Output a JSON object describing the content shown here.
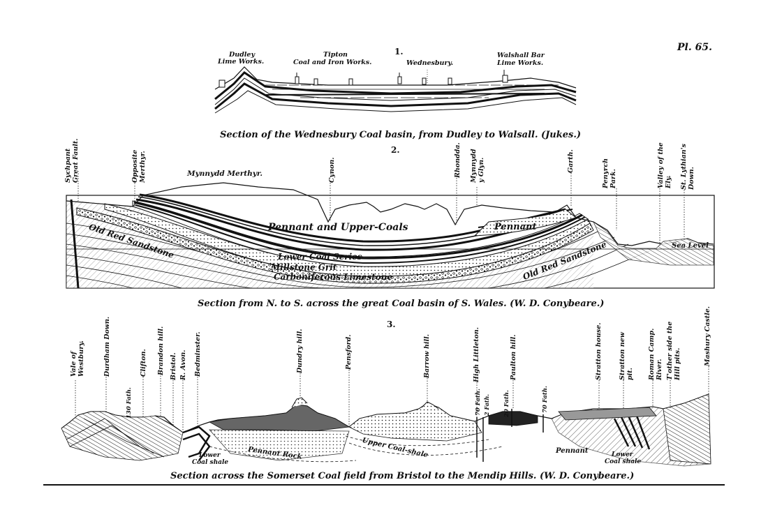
{
  "plate_number": "Pl. 65.",
  "fig1": {
    "number": "1.",
    "labels": [
      "Dudley",
      "Lime Works.",
      "Tipton",
      "Coal and Iron Works.",
      "Wednesbury.",
      "Walshall Bar",
      "Lime Works."
    ],
    "caption": "Section of the Wednesbury Coal basin, from Dudley to Walsall.  (Jukes.)"
  },
  "fig2": {
    "number": "2.",
    "top_labels": [
      "Mynnydd Merthyr."
    ],
    "vertical_labels": [
      "Sychpant",
      "Great Fault.",
      "Opposite",
      "Merthyr.",
      "Cynon.",
      "Rhondda.",
      "Mynnydd",
      "y Glyn.",
      "Garth.",
      "Penyrch",
      "Park.",
      "Valley of the",
      "Ely.",
      "St. Lythian's",
      "Down."
    ],
    "strata_labels": [
      "Pennant and Upper-Coals",
      "Pennant",
      "Old Red Sandstone",
      "Lower Coal Series",
      "Millstone Grit",
      "Carboniferous Limestone",
      "Old Red Sandstone",
      "Sea Level"
    ],
    "caption": "Section from N. to S. across the great Coal basin of S. Wales.  (W. D. Conybeare.)"
  },
  "fig3": {
    "number": "3.",
    "vertical_labels": [
      "Vale of",
      "Westbury.",
      "Durdham Down.",
      "Clifton.",
      "Brandon hill.",
      "Bristol.",
      "R. Avon.",
      "Bedminster.",
      "Dundry hill.",
      "Pensford.",
      "Barrow hill.",
      "High Littleton.",
      "Paulton hill.",
      "Stratton house.",
      "Stratton new",
      "pit.",
      "Roman Camp.",
      "River.",
      "T'other side the",
      "Hill pits.",
      "Mashury Castle."
    ],
    "depth_labels": [
      "130 Fath.",
      "70 Fath.",
      "2 Fath.",
      "20 Fath.",
      "70 Fath."
    ],
    "strata_labels": [
      "Lower",
      "Coal shale",
      "Pennant Rock",
      "Upper Coal-shale",
      "Pennant",
      "Lower",
      "Coal shale"
    ],
    "caption": "Section across the Somerset Coal field from Bristol to the Mendip Hills.  (W. D. Conybeare.)"
  }
}
